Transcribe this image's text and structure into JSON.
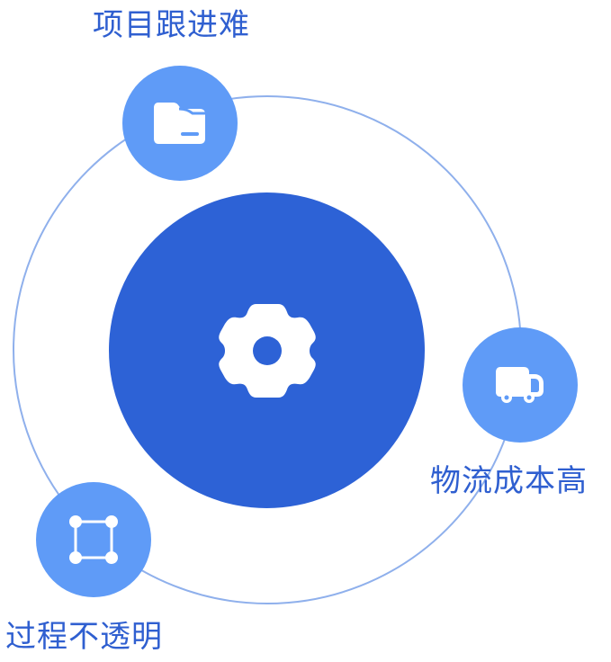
{
  "diagram": {
    "colors": {
      "background": "#ffffff",
      "ring": "#8fb0ec",
      "core": "#2d62d6",
      "node": "#5f9bf7",
      "icon": "#ffffff",
      "label": "#2f5fd0"
    },
    "center": {
      "icon": "gear-icon"
    },
    "nodes": [
      {
        "id": "top",
        "icon": "folder-icon",
        "label": "项目跟进难"
      },
      {
        "id": "right",
        "icon": "truck-icon",
        "label": "物流成本高"
      },
      {
        "id": "bottom-left",
        "icon": "square-nodes-icon",
        "label": "过程不透明"
      }
    ]
  }
}
